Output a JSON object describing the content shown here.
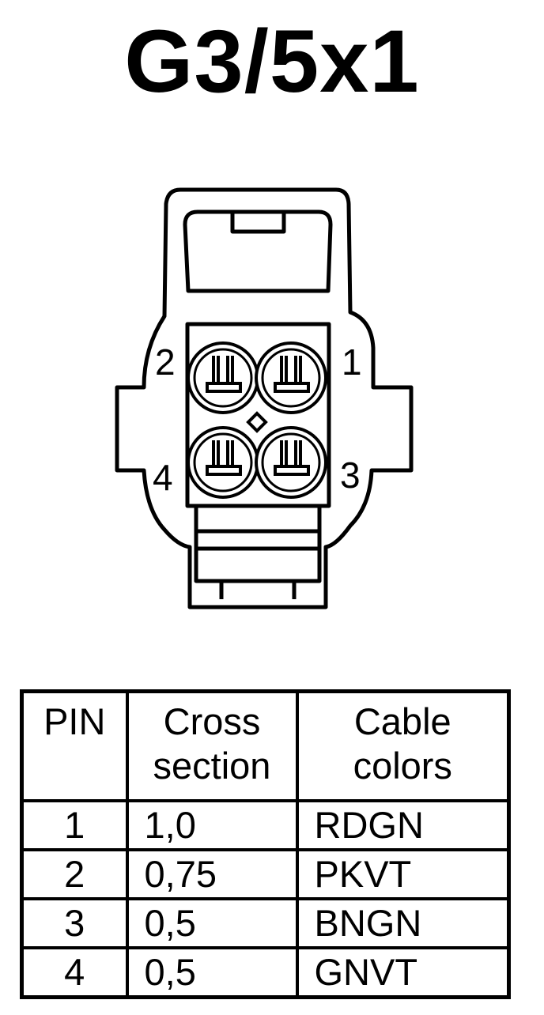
{
  "title": "G3/5x1",
  "connector": {
    "pins": [
      {
        "label": "1"
      },
      {
        "label": "2"
      },
      {
        "label": "3"
      },
      {
        "label": "4"
      }
    ]
  },
  "table": {
    "headers": [
      [
        "PIN"
      ],
      [
        "Cross",
        "section"
      ],
      [
        "Cable",
        "colors"
      ]
    ],
    "rows": [
      {
        "pin": "1",
        "cross": "1,0",
        "color": "RDGN"
      },
      {
        "pin": "2",
        "cross": "0,75",
        "color": "PKVT"
      },
      {
        "pin": "3",
        "cross": "0,5",
        "color": "BNGN"
      },
      {
        "pin": "4",
        "cross": "0,5",
        "color": "GNVT"
      }
    ]
  }
}
